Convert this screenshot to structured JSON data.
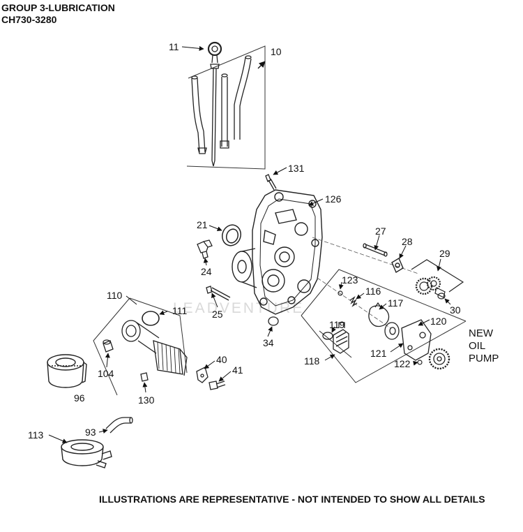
{
  "header": {
    "group_title": "GROUP 3-LUBRICATION",
    "model": "CH730-3280"
  },
  "watermark": "LEADVENTURE",
  "new_pump_label": [
    "NEW",
    "OIL",
    "PUMP"
  ],
  "callouts": [
    "11",
    "10",
    "131",
    "126",
    "21",
    "27",
    "28",
    "29",
    "24",
    "123",
    "116",
    "117",
    "110",
    "111",
    "25",
    "30",
    "119",
    "120",
    "34",
    "121",
    "118",
    "122",
    "40",
    "104",
    "41",
    "96",
    "130",
    "93",
    "113"
  ],
  "footer": "ILLUSTRATIONS ARE REPRESENTATIVE - NOT INTENDED TO SHOW ALL DETAILS"
}
